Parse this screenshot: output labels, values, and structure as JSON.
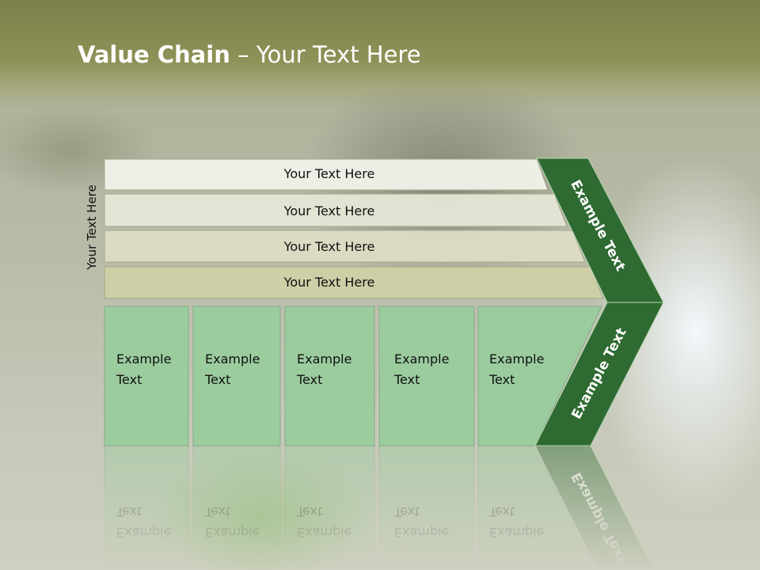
{
  "title": {
    "bold": "Value Chain",
    "rest": " – Your Text Here"
  },
  "side_label": "Your Text Here",
  "support_rows": [
    {
      "label": "Your Text Here"
    },
    {
      "label": "Your Text Here"
    },
    {
      "label": "Your Text Here"
    },
    {
      "label": "Your Text Here"
    }
  ],
  "primary_boxes": [
    {
      "line1": "Example",
      "line2": "Text"
    },
    {
      "line1": "Example",
      "line2": "Text"
    },
    {
      "line1": "Example",
      "line2": "Text"
    },
    {
      "line1": "Example",
      "line2": "Text"
    },
    {
      "line1": "Example",
      "line2": "Text"
    }
  ],
  "chevron": {
    "upper": "Example Text",
    "lower": "Example Text"
  },
  "colors": {
    "row_fills": [
      "#f1f1ea",
      "#e6e6d6",
      "#dcdcc4",
      "#cfcfa6"
    ],
    "row_border": "#a3a58a",
    "box_fill": "#9bcc9e",
    "box_border": "#8aa88c",
    "chevron_fill": "#2e6a31",
    "chevron_border": "#b9d4b6"
  }
}
